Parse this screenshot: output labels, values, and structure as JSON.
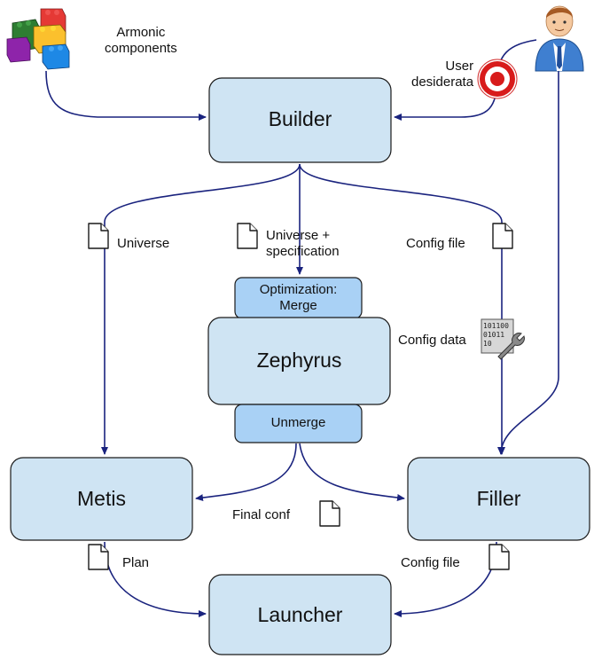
{
  "nodes": {
    "builder": "Builder",
    "zephyrus": "Zephyrus",
    "metis": "Metis",
    "filler": "Filler",
    "launcher": "Launcher",
    "optimization": "Optimization:\nMerge",
    "unmerge": "Unmerge"
  },
  "labels": {
    "armonic_components": "Armonic\ncomponents",
    "user_desiderata": "User\ndesiderata",
    "universe": "Universe",
    "universe_spec": "Universe +\nspecification",
    "config_file_top": "Config file",
    "config_data": "Config data",
    "final_conf": "Final conf",
    "plan": "Plan",
    "config_file_bottom": "Config file"
  },
  "icons": {
    "lego": "lego-blocks-icon",
    "target": "target-icon",
    "user": "user-avatar-icon",
    "binary": "binary-wrench-icon",
    "document": "document-icon"
  },
  "colors": {
    "main_box": "#cfe4f3",
    "small_box": "#a9d1f5",
    "edge": "#1a237e"
  }
}
